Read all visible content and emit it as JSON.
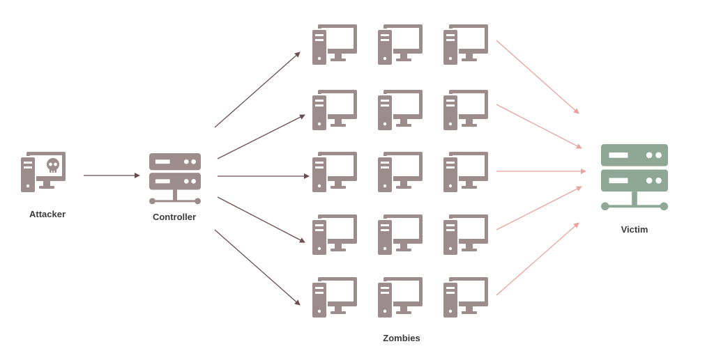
{
  "labels": {
    "attacker": "Attacker",
    "controller": "Controller",
    "zombies": "Zombies",
    "victim": "Victim"
  },
  "colors": {
    "node": "#9c8c8c",
    "victim": "#8fa895",
    "arrow_controller": "#6b4e52",
    "arrow_zombie": "#e8a49c"
  },
  "nodes": {
    "attacker_icon": "pc-skull-icon",
    "controller_icon": "server-icon",
    "zombie_icon": "desktop-pc-icon",
    "victim_icon": "server-icon",
    "zombie_grid": {
      "rows": 5,
      "cols": 3
    }
  }
}
